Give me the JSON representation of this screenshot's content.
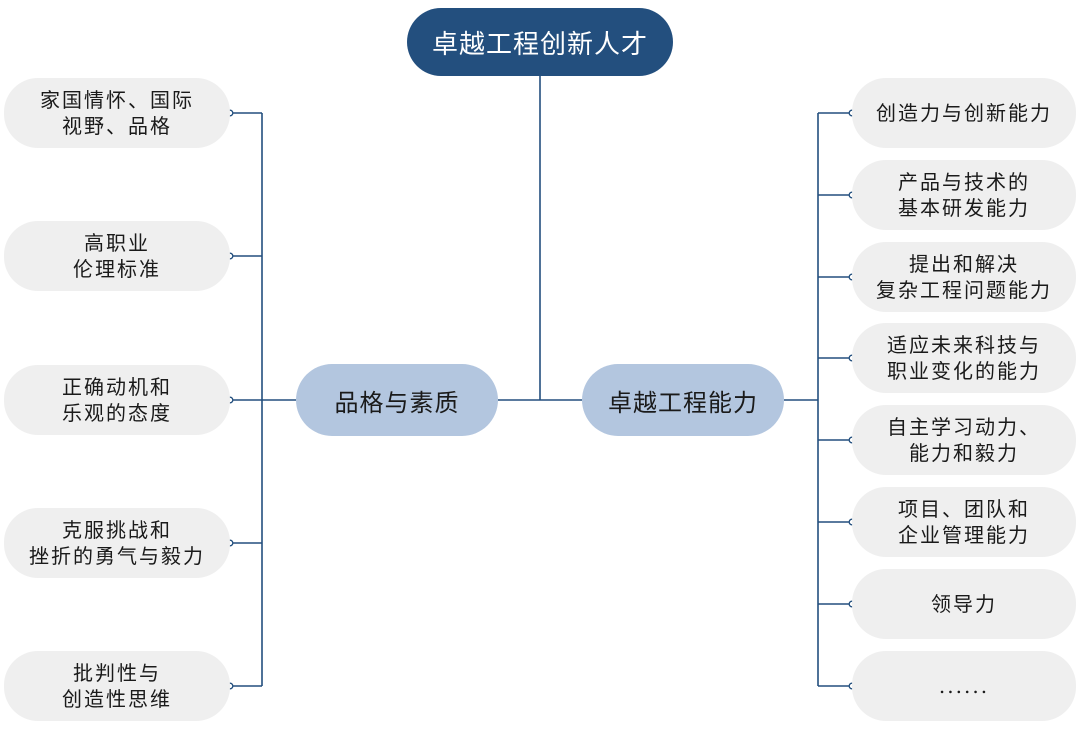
{
  "root": {
    "label": "卓越工程创新人才"
  },
  "left_branch": {
    "label": "品格与素质",
    "items": [
      {
        "label": "家国情怀、国际\n视野、品格"
      },
      {
        "label": "高职业\n伦理标准"
      },
      {
        "label": "正确动机和\n乐观的态度"
      },
      {
        "label": "克服挑战和\n挫折的勇气与毅力"
      },
      {
        "label": "批判性与\n创造性思维"
      }
    ]
  },
  "right_branch": {
    "label": "卓越工程能力",
    "items": [
      {
        "label": "创造力与创新能力"
      },
      {
        "label": "产品与技术的\n基本研发能力"
      },
      {
        "label": "提出和解决\n复杂工程问题能力"
      },
      {
        "label": "适应未来科技与\n职业变化的能力"
      },
      {
        "label": "自主学习动力、\n能力和毅力"
      },
      {
        "label": "项目、团队和\n企业管理能力"
      },
      {
        "label": "领导力"
      },
      {
        "label": "......"
      }
    ]
  },
  "colors": {
    "root_fill": "#234f7e",
    "branch_fill": "#b3c6df",
    "leaf_fill": "#efefef",
    "connector": "#234f7e"
  }
}
